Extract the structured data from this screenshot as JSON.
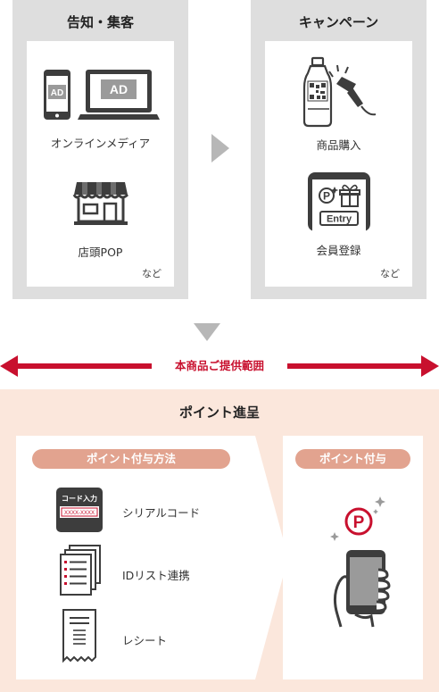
{
  "promo": {
    "title": "告知・集客",
    "items": [
      {
        "label": "オンラインメディア",
        "icon": "ad-devices-icon",
        "ad_text": "AD"
      },
      {
        "label": "店頭POP",
        "icon": "storefront-icon"
      }
    ],
    "etc": "など"
  },
  "campaign": {
    "title": "キャンペーン",
    "items": [
      {
        "label": "商品購入",
        "icon": "bottle-scanner-icon"
      },
      {
        "label": "会員登録",
        "icon": "entry-phone-icon",
        "entry_text": "Entry",
        "p_mark": "P"
      }
    ],
    "etc": "など"
  },
  "range": {
    "label": "本商品ご提供範囲",
    "color": "#c8102e"
  },
  "point": {
    "title": "ポイント進呈",
    "methods_title": "ポイント付与方法",
    "methods": [
      {
        "label": "シリアルコード",
        "icon": "serial-code-card-icon",
        "card_title": "コード入力",
        "card_code": "XXXX-XXXX"
      },
      {
        "label": "IDリスト連携",
        "icon": "id-list-documents-icon"
      },
      {
        "label": "レシート",
        "icon": "receipt-icon"
      }
    ],
    "grant_title": "ポイント付与",
    "grant_icon": "hand-phone-point-icon",
    "p_mark": "P"
  },
  "colors": {
    "accent": "#c8102e",
    "panel_gray": "#dedede",
    "peach_bg": "#fbe7dc",
    "pill": "#e2a38f"
  }
}
